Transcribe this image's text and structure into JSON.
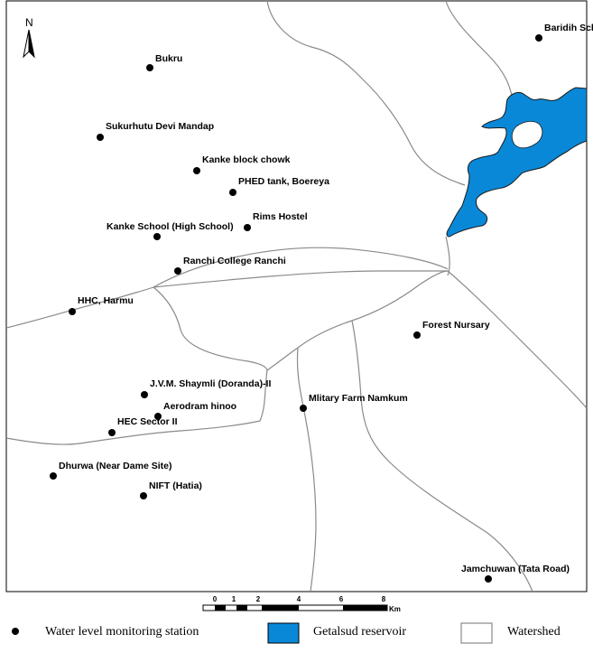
{
  "north_label": "N",
  "stations": [
    {
      "name": "Baridih School, Ormanjhi"
    },
    {
      "name": "Bukru"
    },
    {
      "name": "Sukurhutu Devi Mandap"
    },
    {
      "name": "Kanke block chowk"
    },
    {
      "name": "PHED tank, Boereya"
    },
    {
      "name": "Rims Hostel"
    },
    {
      "name": "Kanke School (High School)"
    },
    {
      "name": "Ranchi College Ranchi"
    },
    {
      "name": "HHC, Harmu"
    },
    {
      "name": "Forest Nursary"
    },
    {
      "name": "J.V.M. Shaymli (Doranda)-II"
    },
    {
      "name": "Aerodram hinoo"
    },
    {
      "name": "HEC Sector II"
    },
    {
      "name": "Mlitary Farm Namkum"
    },
    {
      "name": "Dhurwa (Near Dame Site)"
    },
    {
      "name": "NIFT (Hatia)"
    },
    {
      "name": "Jamchuwan (Tata Road)"
    }
  ],
  "scale_bar": {
    "ticks": [
      "0",
      "1",
      "2",
      "4",
      "6",
      "8"
    ],
    "unit": "Km"
  },
  "legend": {
    "station": "Water level monitoring station",
    "reservoir": "Getalsud reservoir",
    "watershed": "Watershed"
  },
  "colors": {
    "reservoir": "#0a88d8",
    "watershed_line": "#8a8a8a",
    "station": "#000000"
  }
}
